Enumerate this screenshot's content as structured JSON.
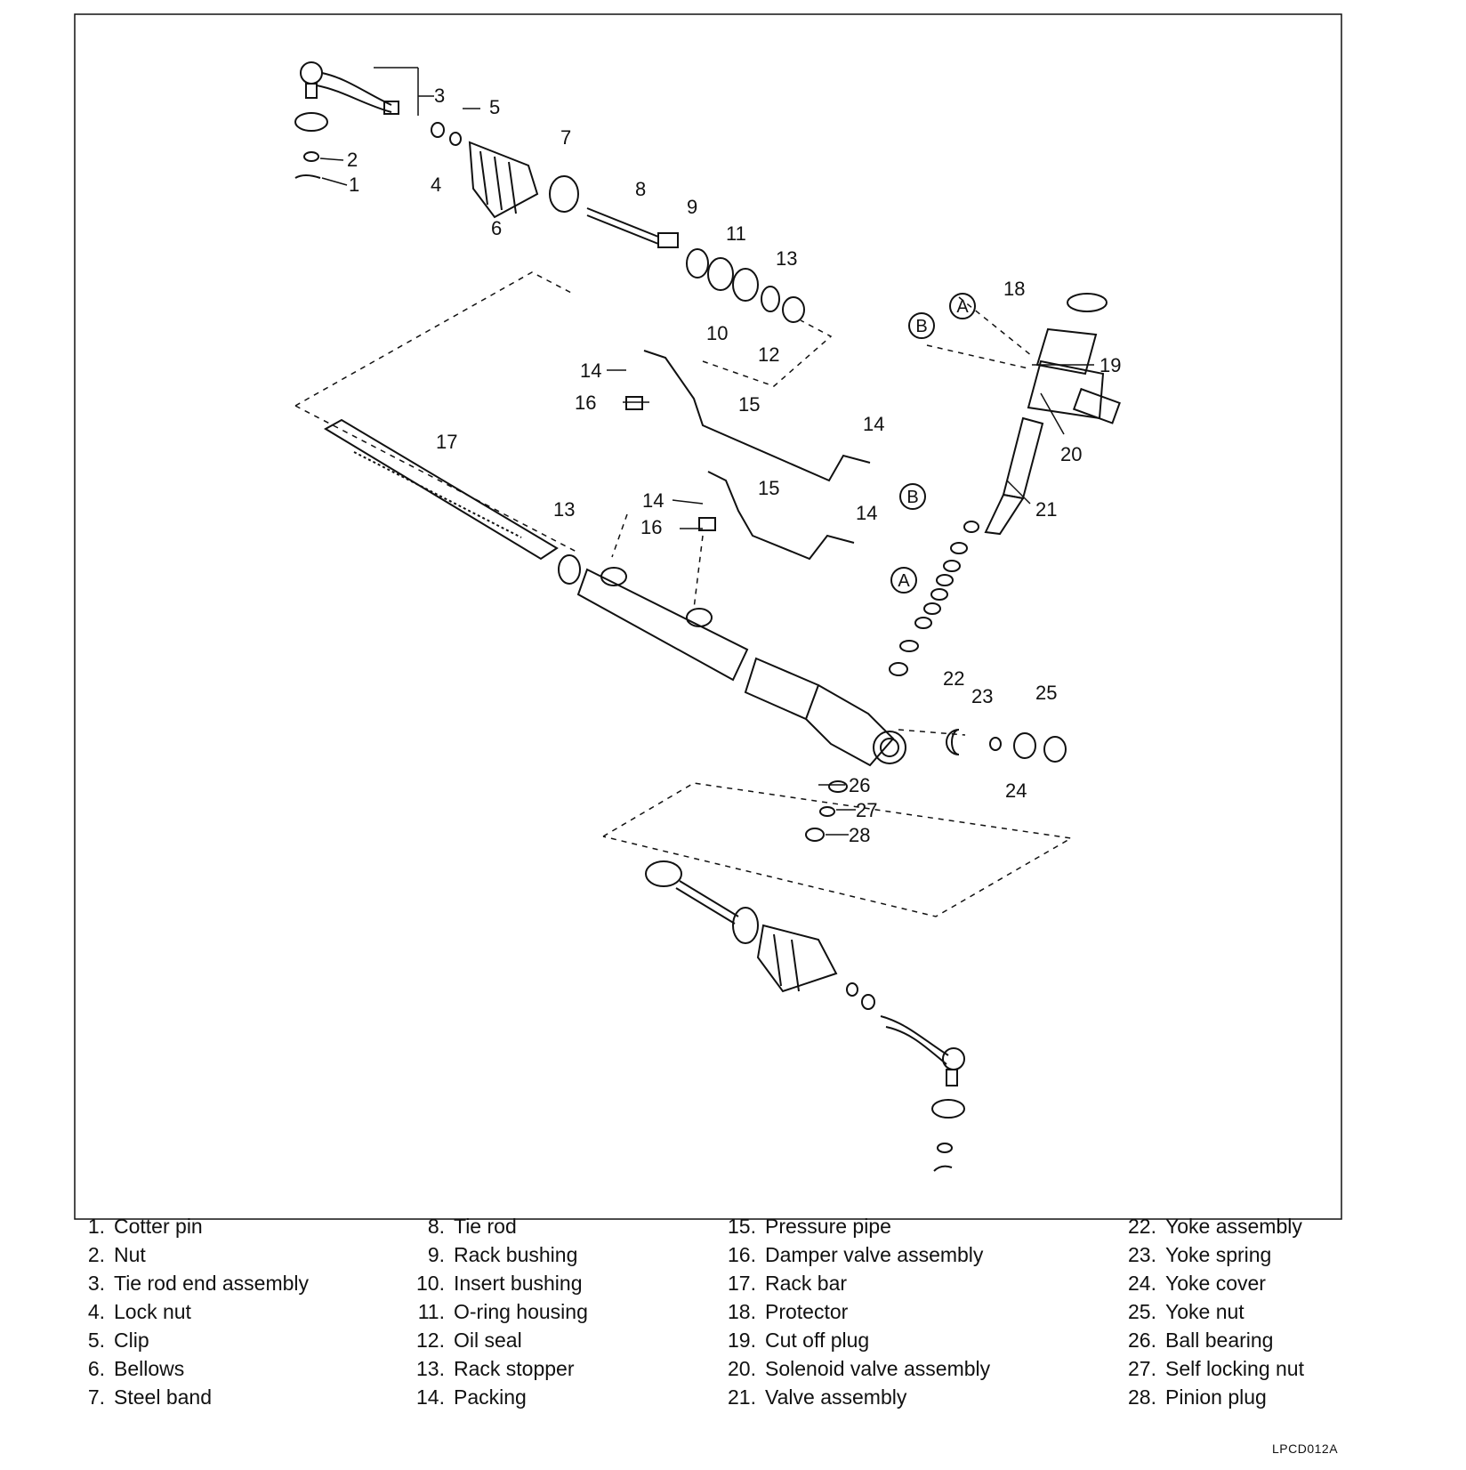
{
  "diagram": {
    "callouts": [
      "1",
      "2",
      "3",
      "4",
      "5",
      "6",
      "7",
      "8",
      "9",
      "10",
      "11",
      "12",
      "13",
      "13",
      "14",
      "14",
      "14",
      "14",
      "15",
      "15",
      "16",
      "16",
      "17",
      "18",
      "19",
      "20",
      "21",
      "22",
      "23",
      "24",
      "25",
      "26",
      "27",
      "28"
    ],
    "connectors": [
      "A",
      "A",
      "B",
      "B"
    ]
  },
  "legend": {
    "col1": [
      {
        "num": "1.",
        "label": "Cotter pin"
      },
      {
        "num": "2.",
        "label": "Nut"
      },
      {
        "num": "3.",
        "label": "Tie rod end assembly"
      },
      {
        "num": "4.",
        "label": "Lock nut"
      },
      {
        "num": "5.",
        "label": "Clip"
      },
      {
        "num": "6.",
        "label": "Bellows"
      },
      {
        "num": "7.",
        "label": "Steel band"
      }
    ],
    "col2": [
      {
        "num": "8.",
        "label": "Tie rod"
      },
      {
        "num": "9.",
        "label": "Rack bushing"
      },
      {
        "num": "10.",
        "label": "Insert bushing"
      },
      {
        "num": "11.",
        "label": "O-ring housing"
      },
      {
        "num": "12.",
        "label": "Oil seal"
      },
      {
        "num": "13.",
        "label": "Rack stopper"
      },
      {
        "num": "14.",
        "label": "Packing"
      }
    ],
    "col3": [
      {
        "num": "15.",
        "label": "Pressure pipe"
      },
      {
        "num": "16.",
        "label": "Damper valve assembly"
      },
      {
        "num": "17.",
        "label": "Rack bar"
      },
      {
        "num": "18.",
        "label": "Protector"
      },
      {
        "num": "19.",
        "label": "Cut off plug"
      },
      {
        "num": "20.",
        "label": "Solenoid valve assembly"
      },
      {
        "num": "21.",
        "label": "Valve assembly"
      }
    ],
    "col4": [
      {
        "num": "22.",
        "label": "Yoke assembly"
      },
      {
        "num": "23.",
        "label": "Yoke spring"
      },
      {
        "num": "24.",
        "label": "Yoke cover"
      },
      {
        "num": "25.",
        "label": "Yoke nut"
      },
      {
        "num": "26.",
        "label": "Ball bearing"
      },
      {
        "num": "27.",
        "label": "Self locking nut"
      },
      {
        "num": "28.",
        "label": "Pinion plug"
      }
    ]
  },
  "figure_code": "LPCD012A"
}
